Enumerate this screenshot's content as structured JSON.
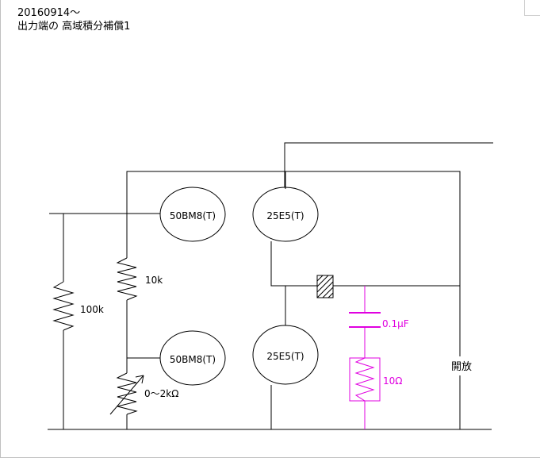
{
  "header": {
    "date": "20160914～",
    "title": "出力端の 高域積分補償1"
  },
  "colors": {
    "wire": "#000000",
    "highlight": "#e000e0"
  },
  "tubes": {
    "upper_left": "50BM8(T)",
    "upper_right": "25E5(T)",
    "lower_left": "50BM8(T)",
    "lower_right": "25E5(T)"
  },
  "components": {
    "r_grid": "100k",
    "r_divider": "10k",
    "vr_adjust": "0～2kΩ",
    "cap_comp": "0.1μF",
    "r_comp": "10Ω",
    "note_open": "開放"
  },
  "icons": {
    "resistor": "zigzag-resistor-icon",
    "variable_resistor": "variable-resistor-icon",
    "capacitor": "capacitor-icon",
    "output_transformer": "hatched-coil-icon"
  }
}
